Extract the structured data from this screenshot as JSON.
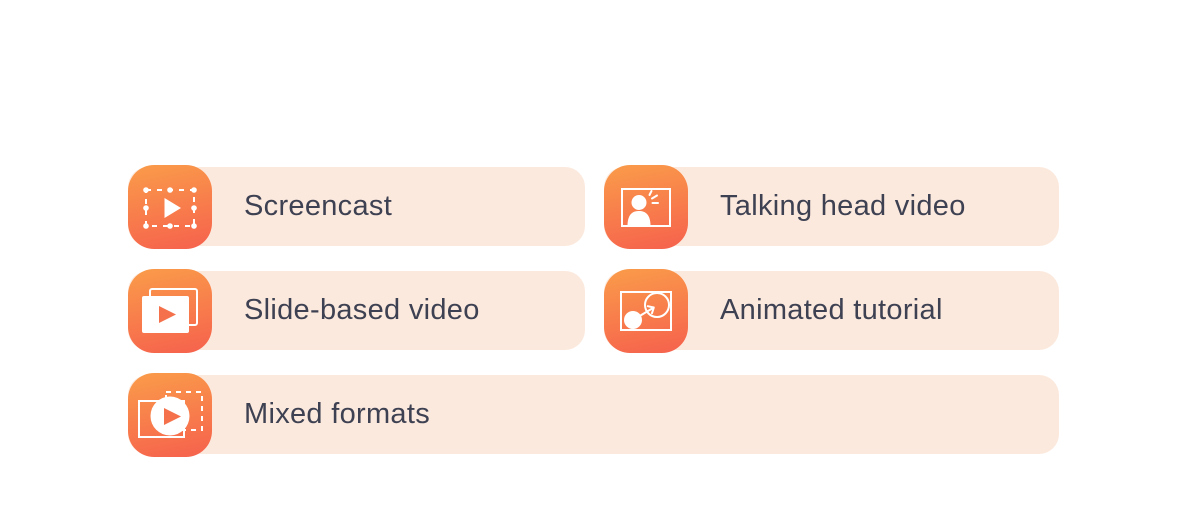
{
  "colors": {
    "card_bg": "#FCE9DD",
    "label_text": "#3D4152",
    "icon_grad_start": "#FA9C4A",
    "icon_grad_end": "#F6614D",
    "play_accent": "#F4714B",
    "glyph": "#FFFFFF"
  },
  "cards": [
    {
      "label": "Screencast",
      "icon": "screencast-icon"
    },
    {
      "label": "Talking head video",
      "icon": "talking-head-icon"
    },
    {
      "label": "Slide-based video",
      "icon": "slide-based-video-icon"
    },
    {
      "label": "Animated tutorial",
      "icon": "animated-tutorial-icon"
    },
    {
      "label": "Mixed formats",
      "icon": "mixed-formats-icon"
    }
  ]
}
